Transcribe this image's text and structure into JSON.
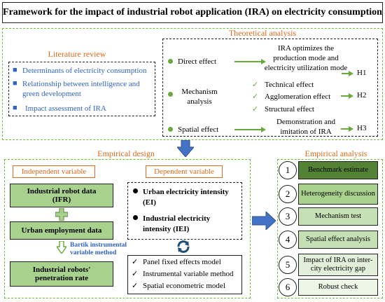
{
  "title": "Framework for the impact of industrial robot application (IRA) on electricity consumption",
  "theoretical_label": "Theoretical analysis",
  "literature": {
    "label": "Literature review",
    "items": [
      "Determinants of electricity consumption",
      "Relationship between intelligence and green development",
      "Impact assessment of IRA"
    ]
  },
  "theory": {
    "direct": {
      "label": "Direct effect",
      "result_line1": "IRA optimizes the",
      "result_line2": "production mode and",
      "result_line3": "electricity utilization mode",
      "hyp": "H1"
    },
    "mechanism": {
      "label_line1": "Mechanism",
      "label_line2": "analysis",
      "items": [
        "Technical effect",
        "Agglomeration effect",
        "Structural effect"
      ],
      "hyp": "H2"
    },
    "spatial": {
      "label": "Spatial  effect",
      "result_line1": "Demonstration and",
      "result_line2": "imitation of IRA",
      "hyp": "H3"
    }
  },
  "empirical_design_label": "Empirical design",
  "empirical_analysis_label": "Empirical analysis",
  "independent": {
    "header": "Independent variable",
    "box1_line1": "Industrial robot data",
    "box1_line2": "(IFR)",
    "box2": "Urban employment data",
    "method_line1": "Bartik instrumental",
    "method_line2": "variable method",
    "box3_line1": "Industrial robots'",
    "box3_line2": "penetration rate"
  },
  "dependent": {
    "header": "Dependent variable",
    "items": [
      {
        "line1": "Urban electricity intensity",
        "line2": "(EI)"
      },
      {
        "line1": "Industrial electricity",
        "line2": "intensity (IEI)"
      }
    ]
  },
  "models": [
    "Panel fixed effects model",
    "Instrumental variable method",
    "Spatial econometric model"
  ],
  "analysis": [
    {
      "num": "1",
      "text": "Benchmark estimate",
      "fill": "#548235"
    },
    {
      "num": "2",
      "text": "Heterogeneity discussion",
      "fill": "#a9d18e"
    },
    {
      "num": "3",
      "text": "Mechanism test",
      "fill": "#c5e0b4"
    },
    {
      "num": "4",
      "text": "Spatial effect analysis",
      "fill": "#c5e0b4"
    },
    {
      "num": "5",
      "text": "Impact of IRA on inter-city electricity gap",
      "fill": "#e2efda"
    },
    {
      "num": "6",
      "text": "Robust check",
      "fill": "#eef6e8"
    }
  ],
  "colors": {
    "green_dash": "#6bbf3a",
    "orange": "#e06a1b",
    "blue": "#2f63c6",
    "box_green": "#a9d18e",
    "arrow_blue": "#4472c4"
  }
}
